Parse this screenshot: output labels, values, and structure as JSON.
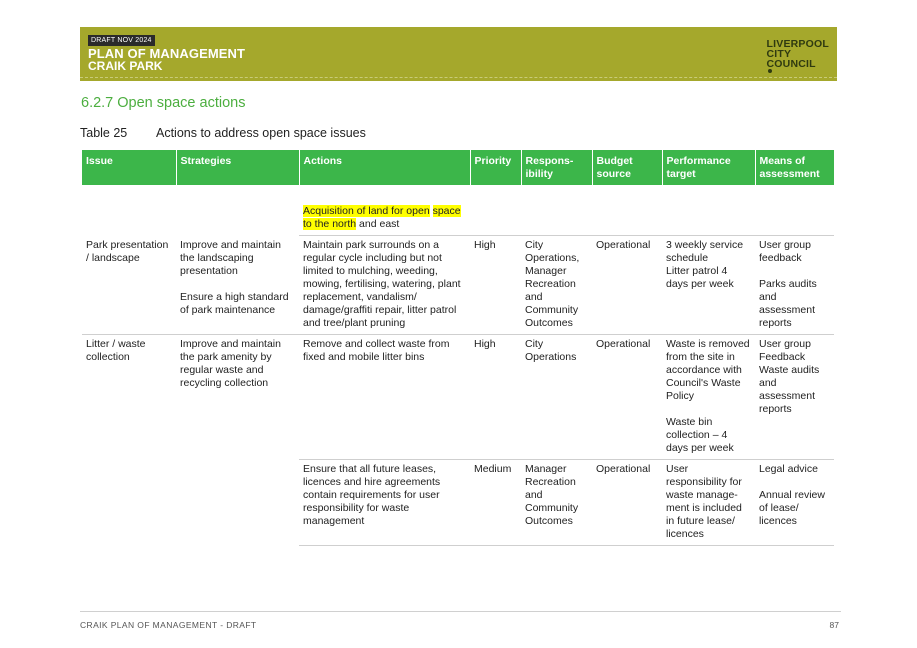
{
  "header": {
    "draft_tag": "DRAFT NOV 2024",
    "title": "PLAN OF MANAGEMENT",
    "subtitle": "CRAIK PARK",
    "logo_lines": [
      "LIVERPOOL",
      "CITY",
      "COUNCIL"
    ]
  },
  "section_heading": "6.2.7 Open space actions",
  "table_caption": {
    "number": "Table 25",
    "title": "Actions to address open space issues"
  },
  "table": {
    "headers": [
      "Issue",
      "Strategies",
      "Actions",
      "Priority",
      "Respons-\nibility",
      "Budget\nsource",
      "Performance\ntarget",
      "Means of\nassessment"
    ],
    "row0": {
      "action_highlight_1": "Acquisition of land for open",
      "action_highlight_2": "space to the north",
      "action_rest": " and east"
    },
    "row1": {
      "issue": "Park presentation / landscape",
      "strategy_1": "Improve and maintain the landscaping presentation",
      "strategy_2": "Ensure a high standard of park maintenance",
      "action": "Maintain park surrounds on a regular cycle including but not limited to mulching, weeding, mowing, fertilising, watering, plant replacement, vandalism/ damage/graffiti repair, litter patrol and tree/plant pruning",
      "priority": "High",
      "responsibility": "City Operations, Manager Recreation and Community Outcomes",
      "budget": "Operational",
      "target_1": "3 weekly service schedule",
      "target_2": "Litter patrol 4 days per week",
      "assessment_1": "User group feedback",
      "assessment_2": "Parks audits and assessment reports"
    },
    "row2": {
      "issue": "Litter / waste collection",
      "strategy": "Improve and maintain the park amenity by regular waste and recycling collection",
      "action": "Remove and collect waste from fixed and mobile litter bins",
      "priority": "High",
      "responsibility": "City Operations",
      "budget": "Operational",
      "target_1": "Waste is removed from the site in accordance with Council's Waste Policy",
      "target_2": "Waste bin collection – 4 days per week",
      "assessment": "User group Feedback Waste audits and assessment reports"
    },
    "row3": {
      "action": "Ensure that all future leases, licences and hire agreements contain requirements for user responsibility for waste management",
      "priority": "Medium",
      "responsibility": "Manager Recreation and Community Outcomes",
      "budget": "Operational",
      "target": "User responsibility for waste manage-ment is included in future lease/ licences",
      "assessment_1": "Legal advice",
      "assessment_2": "Annual review of lease/ licences"
    }
  },
  "footer": {
    "left": "CRAIK PLAN OF MANAGEMENT - DRAFT",
    "page": "87"
  }
}
